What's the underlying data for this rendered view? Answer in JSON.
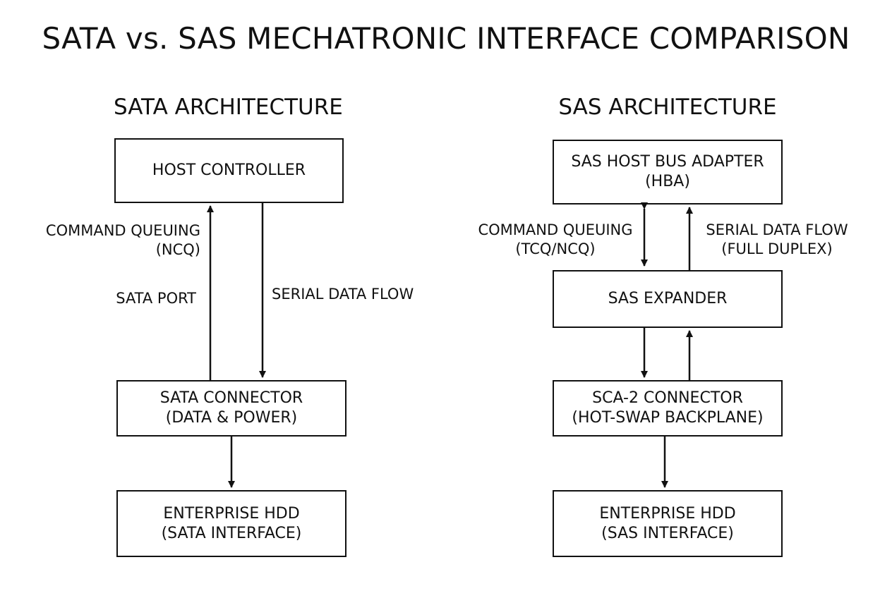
{
  "title": "SATA vs. SAS MECHATRONIC INTERFACE COMPARISON",
  "sata": {
    "heading": "SATA ARCHITECTURE",
    "host_controller": "HOST CONTROLLER",
    "connector": [
      "SATA CONNECTOR",
      "(DATA & POWER)"
    ],
    "hdd": [
      "ENTERPRISE HDD",
      "(SATA INTERFACE)"
    ],
    "command_queuing": [
      "COMMAND QUEUING",
      "(NCQ)"
    ],
    "port": "SATA PORT",
    "serial_data_flow": "SERIAL DATA FLOW"
  },
  "sas": {
    "heading": "SAS ARCHITECTURE",
    "hba": [
      "SAS HOST BUS ADAPTER",
      "(HBA)"
    ],
    "expander": "SAS EXPANDER",
    "connector": [
      "SCA-2 CONNECTOR",
      "(HOT-SWAP BACKPLANE)"
    ],
    "hdd": [
      "ENTERPRISE HDD",
      "(SAS INTERFACE)"
    ],
    "command_queuing": [
      "COMMAND QUEUING",
      "(TCQ/NCQ)"
    ],
    "serial_data_flow": [
      "SERIAL DATA FLOW",
      "(FULL DUPLEX)"
    ]
  }
}
